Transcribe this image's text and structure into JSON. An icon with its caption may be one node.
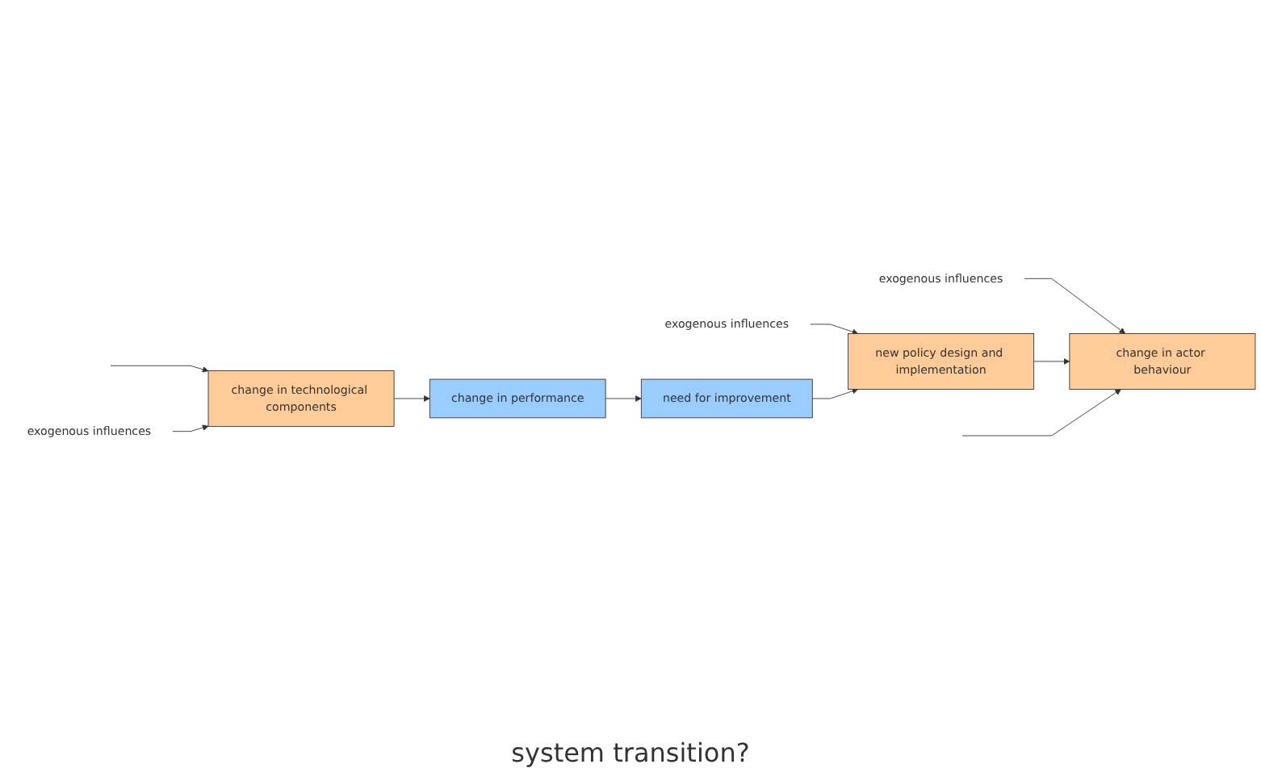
{
  "diagram": {
    "nodes": [
      {
        "text": [
          "exogenous influences"
        ]
      },
      {
        "text": [
          "exogenous influences"
        ]
      },
      {
        "text": [
          "new policy design and implementation"
        ]
      },
      {
        "text": [
          "change in actor behaviour"
        ]
      },
      {
        "text": [
          "need for improvement"
        ]
      },
      {
        "text": [
          "change in performance"
        ]
      },
      {
        "text": [
          "change in technological components"
        ]
      },
      {
        "text": [
          "exogenous influences"
        ]
      }
    ],
    "edges": [
      {
        "from": 0,
        "to": 2,
        "arrow": "to"
      },
      {
        "from": 1,
        "to": 3,
        "arrow": "to"
      },
      {
        "from": 2,
        "to": 3,
        "arrow": "to"
      },
      {
        "from": null,
        "to": 3,
        "arrow": "to"
      },
      {
        "from": null,
        "to": 6,
        "arrow": "to"
      },
      {
        "from": 6,
        "to": 5,
        "arrow": "to"
      },
      {
        "from": 5,
        "to": 4,
        "arrow": "to"
      },
      {
        "from": 4,
        "to": 2,
        "arrow": "to"
      },
      {
        "from": 7,
        "to": 6,
        "arrow": "to"
      }
    ],
    "labels": [
      "system transition?"
    ]
  }
}
